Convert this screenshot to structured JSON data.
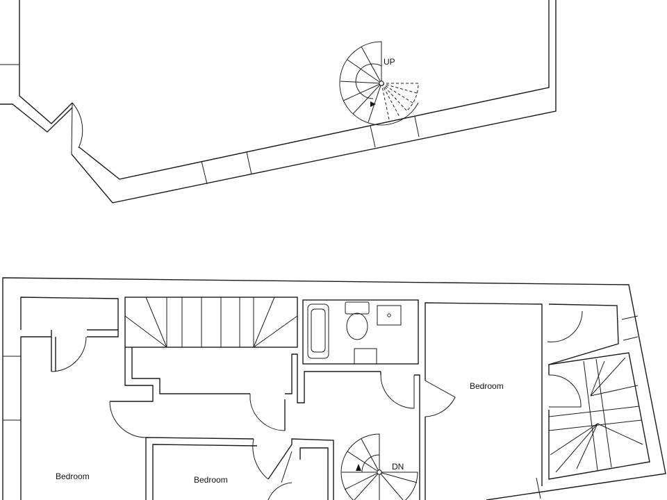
{
  "upper_floor": {
    "stair_label": "UP"
  },
  "lower_floor": {
    "rooms": [
      {
        "label": "Bedroom"
      },
      {
        "label": "Bedroom"
      },
      {
        "label": "Bedroom"
      }
    ],
    "stair_label": "DN"
  }
}
